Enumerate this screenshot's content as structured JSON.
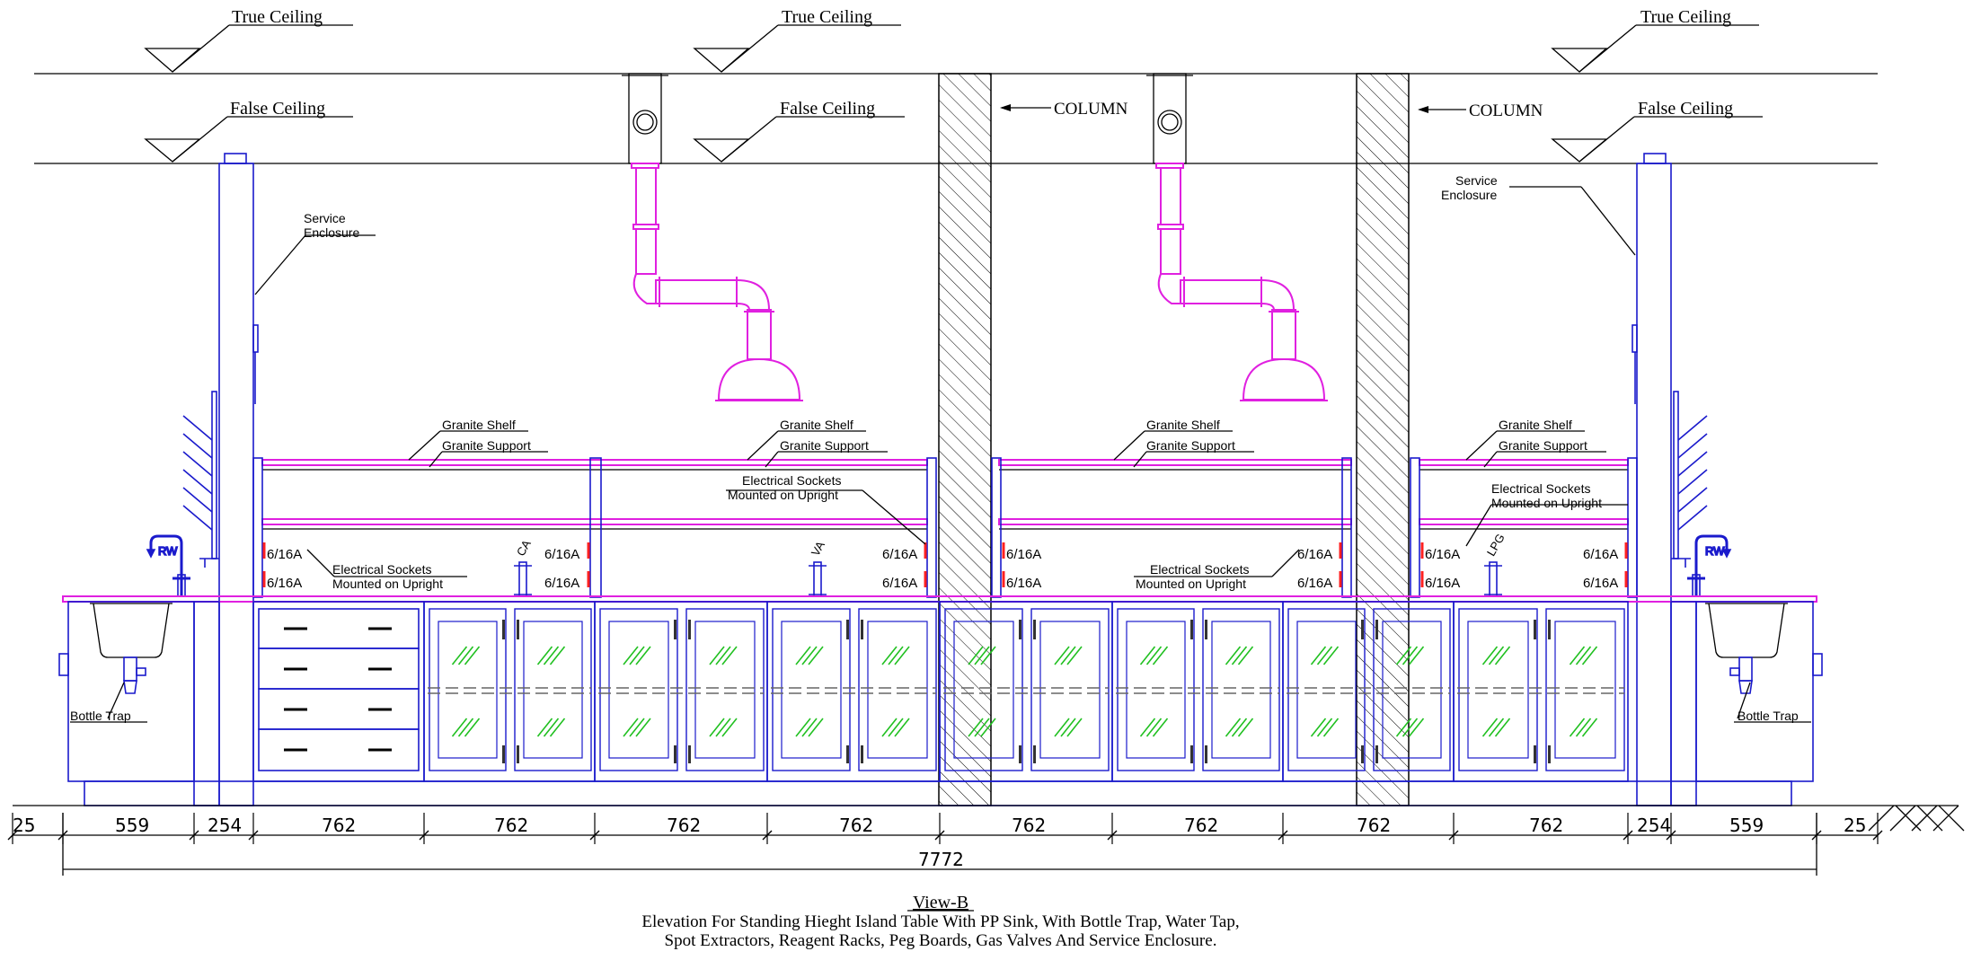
{
  "labels": {
    "true_ceiling": "True Ceiling",
    "false_ceiling": "False Ceiling",
    "column": "COLUMN",
    "service_enclosure_line1": "Service",
    "service_enclosure_line2": "Enclosure",
    "granite_shelf": "Granite Shelf",
    "granite_support": "Granite Support",
    "electrical_sockets_line1": "Electrical Sockets",
    "electrical_sockets_line2": "Mounted on Upright",
    "socket_rating": "6/16A",
    "bottle_trap": "Bottle Trap",
    "rw": "RW",
    "ca": "CA",
    "va": "VA",
    "lpg": "LPG"
  },
  "dimensions": {
    "edge_left": "25",
    "edge_right": "25",
    "segments": [
      "559",
      "254",
      "762",
      "762",
      "762",
      "762",
      "762",
      "762",
      "762",
      "762",
      "254",
      "559"
    ],
    "overall": "7772"
  },
  "caption": {
    "view": "View-B",
    "line1": "Elevation For Standing Hieght Island Table With PP Sink, With Bottle Trap, Water Tap,",
    "line2": "Spot Extractors, Reagent Racks, Peg Boards, Gas Valves And Service Enclosure."
  },
  "colors": {
    "cabinet": "#1a1acc",
    "extractor": "#e020e0",
    "socket": "#ff2020",
    "glass_hatch": "#20c020",
    "linework": "#000000"
  }
}
